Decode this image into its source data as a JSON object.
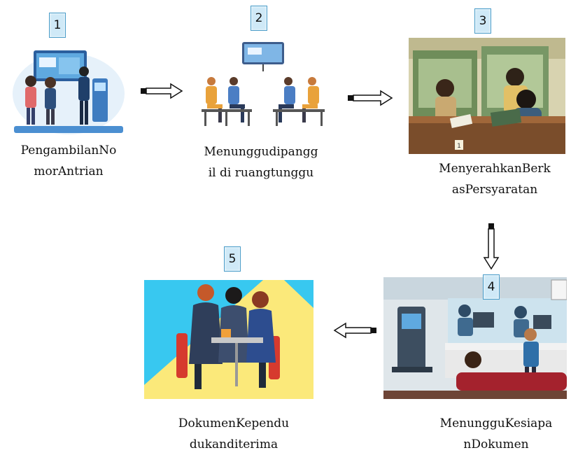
{
  "steps": [
    {
      "number": "1",
      "caption": "PengambilanNo\nmorAntrian",
      "icon": "kiosk-queue-illustration"
    },
    {
      "number": "2",
      "caption": "Menunggudipangg\nil di ruangtunggu",
      "icon": "waiting-room-illustration"
    },
    {
      "number": "3",
      "caption": "MenyerahkanBerk\nasPersyaratan",
      "icon": "document-submission-illustration"
    },
    {
      "number": "4",
      "caption": "MenungguKesiapa\nnDokumen",
      "icon": "service-counter-illustration"
    },
    {
      "number": "5",
      "caption": "DokumenKependu\ndukanditerima",
      "icon": "handshake-illustration"
    }
  ],
  "colors": {
    "badge_fill": "#cfe9f7",
    "badge_border": "#4a9cc8",
    "arrow": "#111111"
  }
}
